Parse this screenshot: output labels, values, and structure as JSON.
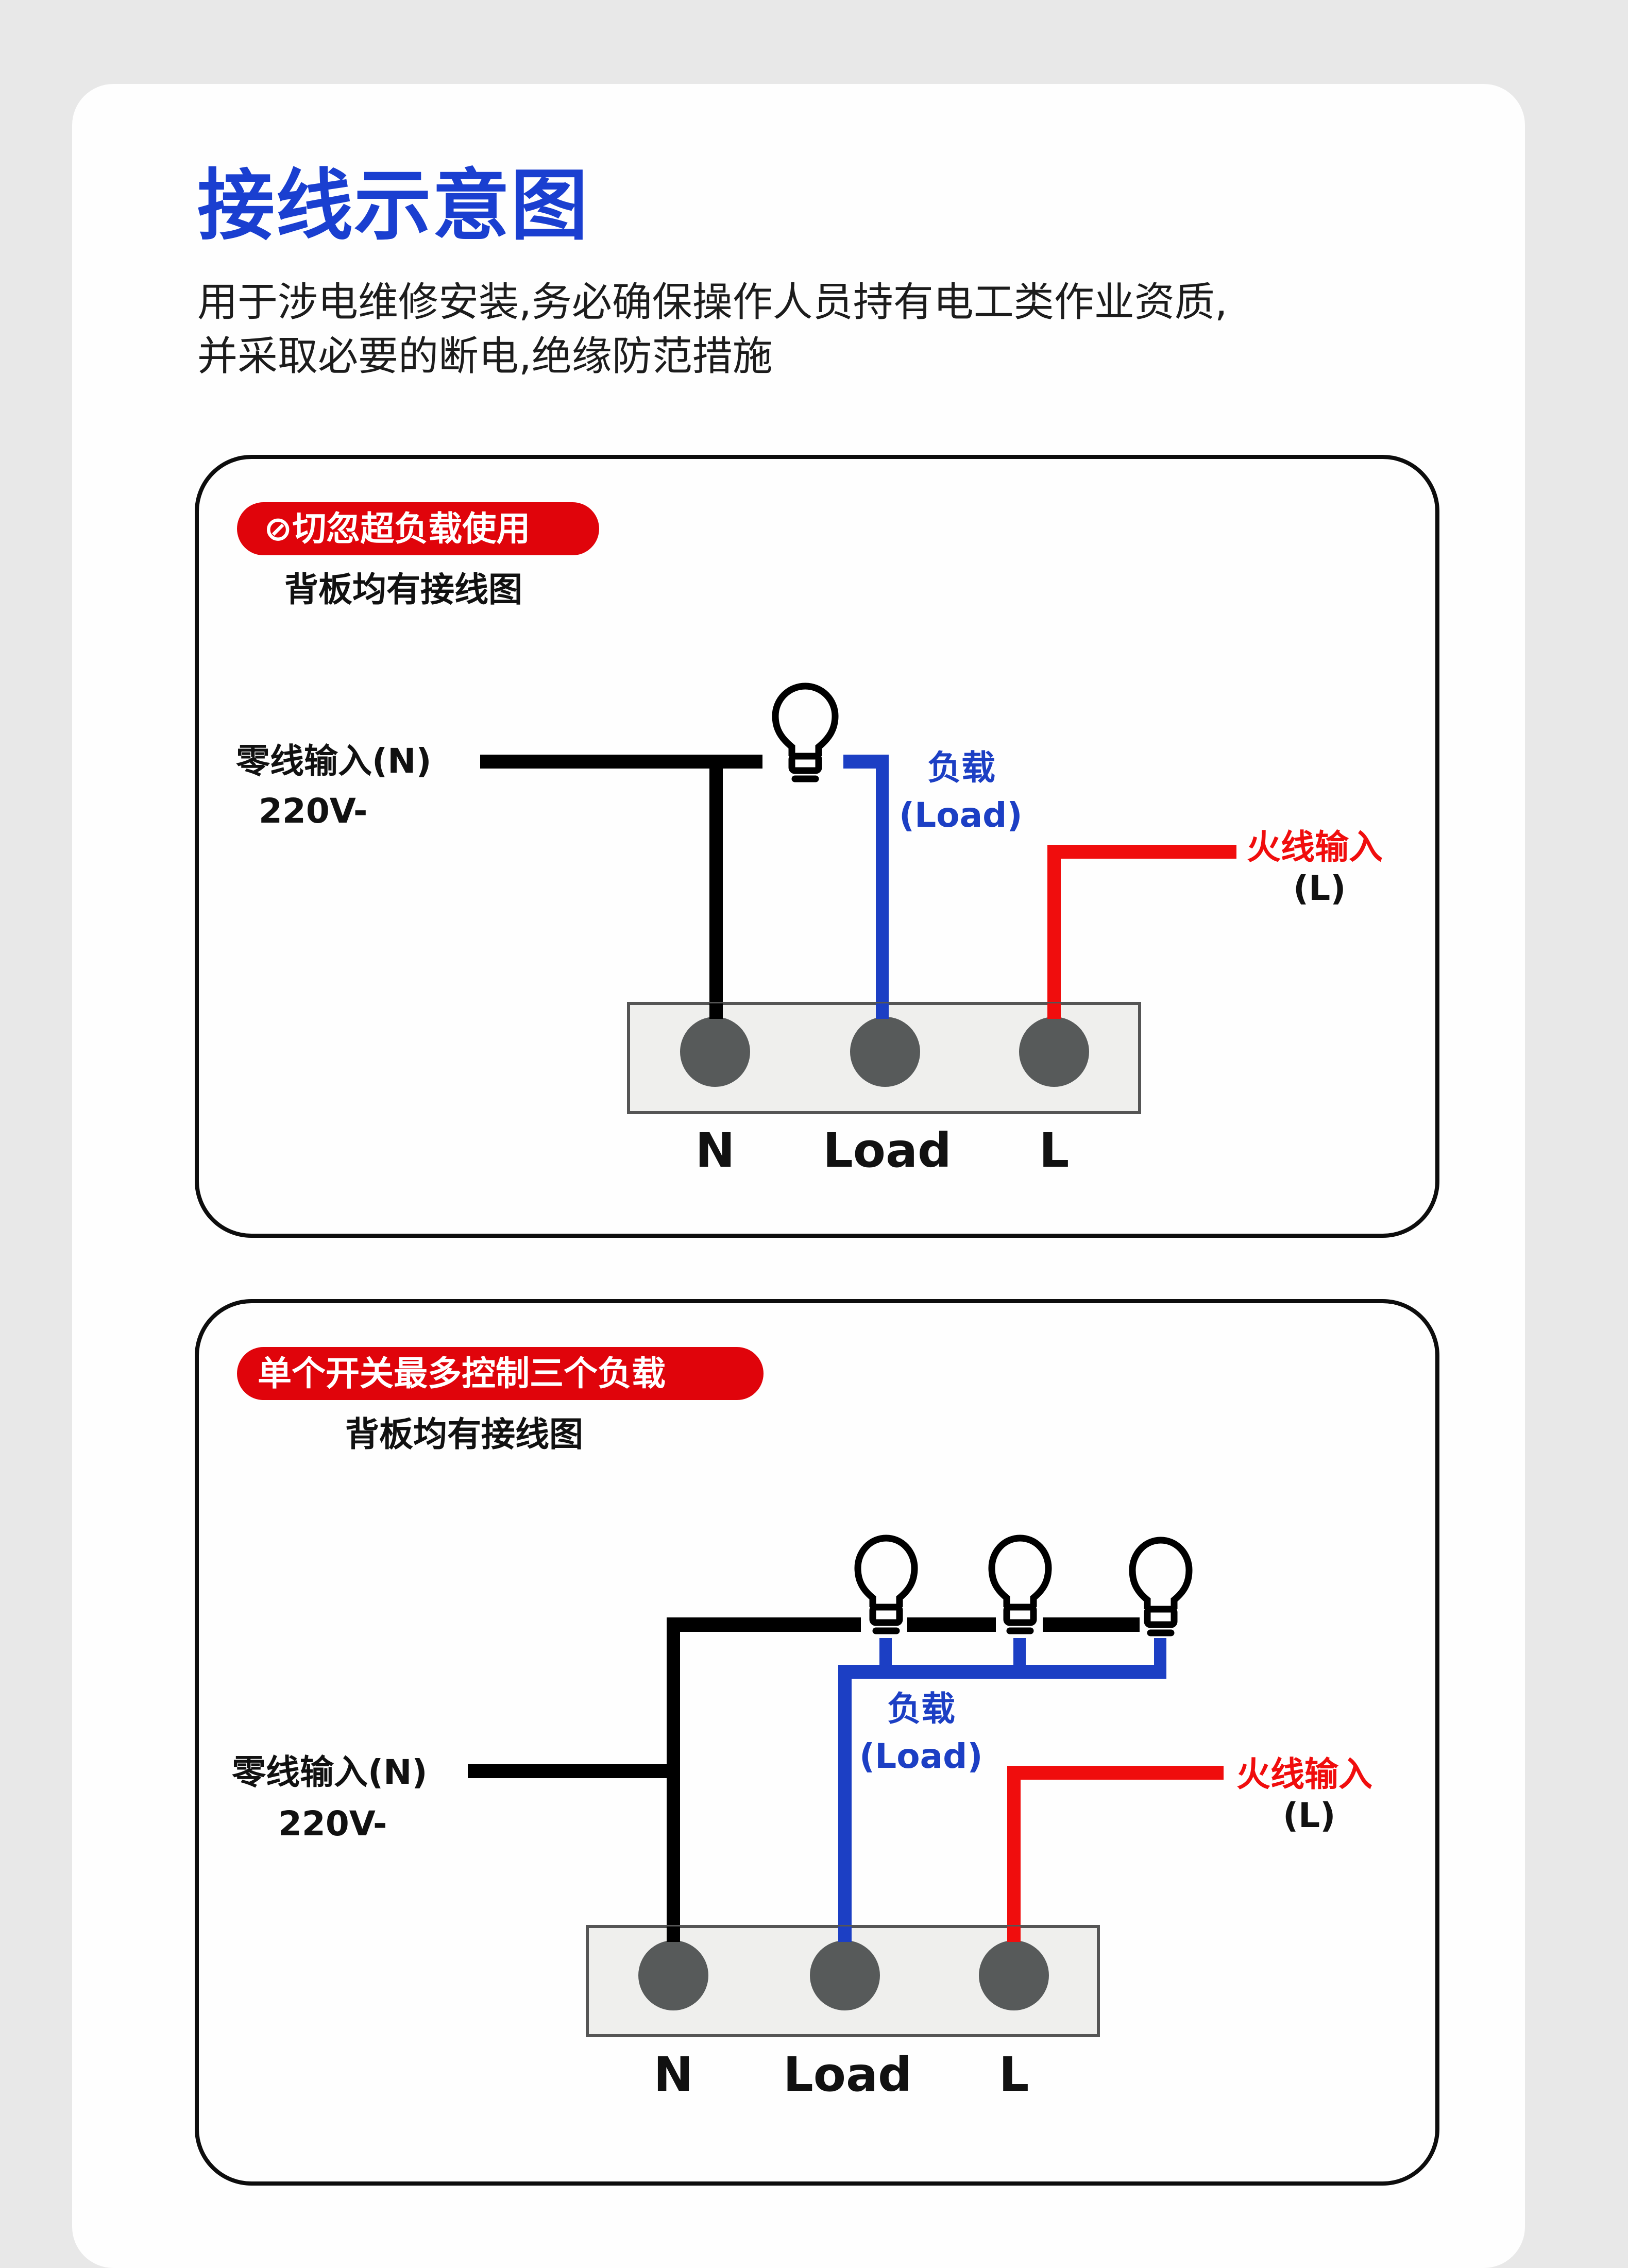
{
  "header": {
    "title": "接线示意图",
    "subtitle_line1": "用于涉电维修安装,务必确保操作人员持有电工类作业资质,",
    "subtitle_line2": "并采取必要的断电,绝缘防范措施"
  },
  "colors": {
    "title_blue": "#1a3fd0",
    "pill_red": "#e0040b",
    "neutral_wire": "#000000",
    "load_wire": "#1c3fc4",
    "live_wire": "#f00d0d",
    "terminal": "#575a5a",
    "terminal_box": "#efefed"
  },
  "panels": [
    {
      "badge_icon": "prohibited-icon",
      "badge_symbol": "⊘",
      "badge": "切忽超负载使用",
      "subheading": "背板均有接线图",
      "neutral_label": "零线输入(N)",
      "voltage_label": "220V-",
      "load_label": "负载",
      "load_label_en": "(Load)",
      "live_label": "火线输入",
      "live_label_en": "(L)",
      "bulb_count": 1,
      "terminals": [
        "N",
        "Load",
        "L"
      ]
    },
    {
      "badge": "单个开关最多控制三个负载",
      "subheading": "背板均有接线图",
      "neutral_label": "零线输入(N)",
      "voltage_label": "220V-",
      "load_label": "负载",
      "load_label_en": "(Load)",
      "live_label": "火线输入",
      "live_label_en": "(L)",
      "bulb_count": 3,
      "terminals": [
        "N",
        "Load",
        "L"
      ]
    }
  ]
}
